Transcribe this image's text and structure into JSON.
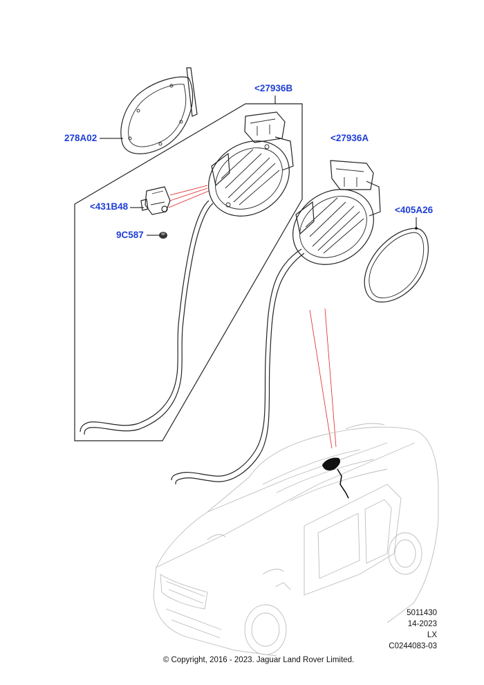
{
  "parts": [
    {
      "id": "278A02",
      "label": "278A02"
    },
    {
      "id": "27936B",
      "label": "<27936B"
    },
    {
      "id": "27936A",
      "label": "<27936A"
    },
    {
      "id": "431B48",
      "label": "<431B48"
    },
    {
      "id": "9C587",
      "label": "9C587"
    },
    {
      "id": "405A26",
      "label": "<405A26"
    }
  ],
  "meta": {
    "line1": "5011430",
    "line2": "14-2023",
    "line3": "LX",
    "line4": "C0244083-03"
  },
  "copyright": "© Copyright, 2016 - 2023. Jaguar Land Rover Limited.",
  "colors": {
    "callout": "#1f3fd6",
    "leader_red": "#e02020",
    "vehicle": "#bdbdbd"
  }
}
